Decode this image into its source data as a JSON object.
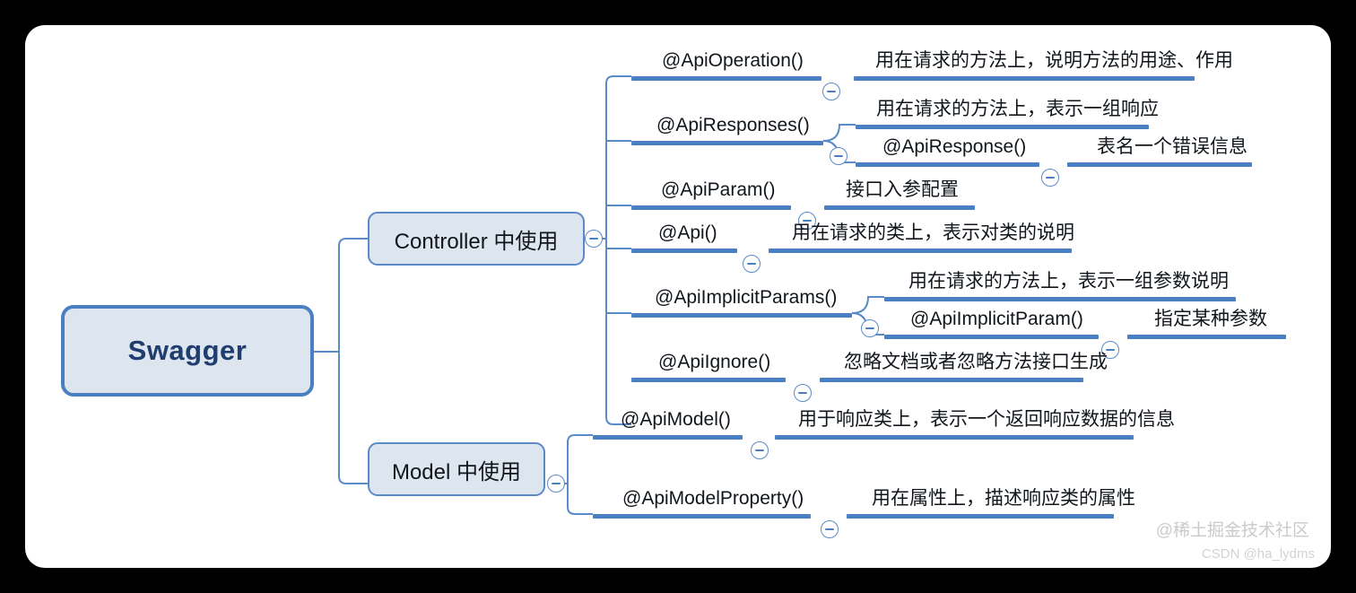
{
  "diagram": {
    "title": "Swagger",
    "root": {
      "label": "Swagger"
    },
    "branches": [
      {
        "label": "Controller 中使用",
        "children": [
          {
            "name": "@ApiOperation()",
            "desc": "用在请求的方法上，说明方法的用途、作用"
          },
          {
            "name": "@ApiResponses()",
            "desc": "用在请求的方法上，表示一组响应",
            "children": [
              {
                "name": "@ApiResponse()",
                "desc": "表名一个错误信息"
              }
            ]
          },
          {
            "name": "@ApiParam()",
            "desc": "接口入参配置"
          },
          {
            "name": "@Api()",
            "desc": "用在请求的类上，表示对类的说明"
          },
          {
            "name": "@ApiImplicitParams()",
            "desc": "用在请求的方法上，表示一组参数说明",
            "children": [
              {
                "name": "@ApiImplicitParam()",
                "desc": "指定某种参数"
              }
            ]
          },
          {
            "name": "@ApiIgnore()",
            "desc": "忽略文档或者忽略方法接口生成"
          }
        ]
      },
      {
        "label": "Model 中使用",
        "children": [
          {
            "name": "@ApiModel()",
            "desc": "用于响应类上，表示一个返回响应数据的信息"
          },
          {
            "name": "@ApiModelProperty()",
            "desc": "用在属性上，描述响应类的属性"
          }
        ]
      }
    ]
  },
  "watermarks": {
    "community": "@稀土掘金技术社区",
    "author": "CSDN @ha_lydms"
  },
  "colors": {
    "accent": "#4a7fc1",
    "node_fill": "#dde5ef",
    "node_border": "#5b8ac9",
    "root_text": "#1f3d6e",
    "canvas": "#ffffff",
    "page": "#000000"
  }
}
